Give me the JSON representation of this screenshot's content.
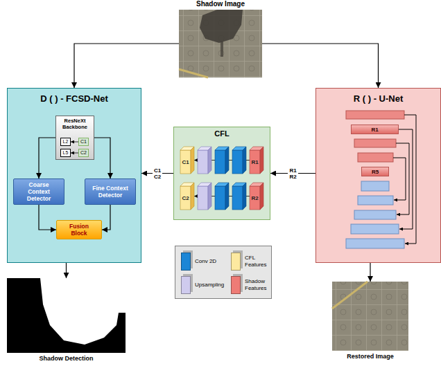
{
  "diagram": {
    "nodes": [
      {
        "text": [
          "Shadow Image"
        ]
      },
      {
        "text": [
          "D ( ) - FCSD-Net"
        ]
      },
      {
        "text": [
          "ResNeXt Backbone"
        ],
        "in": 1
      },
      {
        "text": [
          "L2"
        ],
        "in": 2
      },
      {
        "text": [
          "C1"
        ],
        "in": 2
      },
      {
        "text": [
          "L5"
        ],
        "in": 2
      },
      {
        "text": [
          "C2"
        ],
        "in": 2
      },
      {
        "text": [
          "Coarse Context Detector"
        ],
        "in": 1
      },
      {
        "text": [
          "Fine Context Detector"
        ],
        "in": 1
      },
      {
        "text": [
          "Fusion Block"
        ],
        "in": 1
      },
      {
        "text": [
          "CFL"
        ]
      },
      {
        "text": [
          "C1"
        ],
        "in": 10
      },
      {
        "text": [
          "R1"
        ],
        "in": 10
      },
      {
        "text": [
          "C2"
        ],
        "in": 10
      },
      {
        "text": [
          "R2"
        ],
        "in": 10
      },
      {
        "text": [
          "R ( ) - U-Net"
        ]
      },
      {
        "text": [
          "R1"
        ],
        "in": 15
      },
      {
        "text": [
          "R5"
        ],
        "in": 15
      },
      {
        "text": [
          "Shadow Detection"
        ]
      },
      {
        "text": [
          "Restored Image"
        ]
      }
    ],
    "edges": [
      {
        "from": 0,
        "to": 1,
        "arrow": "to"
      },
      {
        "from": 0,
        "to": 15,
        "arrow": "to"
      },
      {
        "from": 15,
        "to": 10,
        "label": "R1 R2",
        "arrow": "to"
      },
      {
        "from": 10,
        "to": 1,
        "label": "C1 C2",
        "arrow": "to"
      },
      {
        "from": 1,
        "to": 18,
        "arrow": "to"
      },
      {
        "from": 15,
        "to": 19,
        "arrow": "to"
      },
      {
        "from": 2,
        "to": 7,
        "arrow": "to"
      },
      {
        "from": 2,
        "to": 8,
        "arrow": "to"
      },
      {
        "from": 7,
        "to": 9,
        "arrow": "to"
      },
      {
        "from": 8,
        "to": 9,
        "arrow": "to"
      },
      {
        "from": 4,
        "to": 3,
        "arrow": "to"
      },
      {
        "from": 6,
        "to": 5,
        "arrow": "to"
      },
      {
        "from": 12,
        "to": 11,
        "arrow": "to"
      },
      {
        "from": 14,
        "to": 13,
        "arrow": "to"
      }
    ],
    "legend": [
      {
        "text": "Conv 2D",
        "color": "#1c86d6"
      },
      {
        "text": "CFL Features",
        "color": "#fde9a0"
      },
      {
        "text": "Upsampling",
        "color": "#cfcbee"
      },
      {
        "text": "Shadow Features",
        "color": "#ee7b76"
      }
    ]
  }
}
